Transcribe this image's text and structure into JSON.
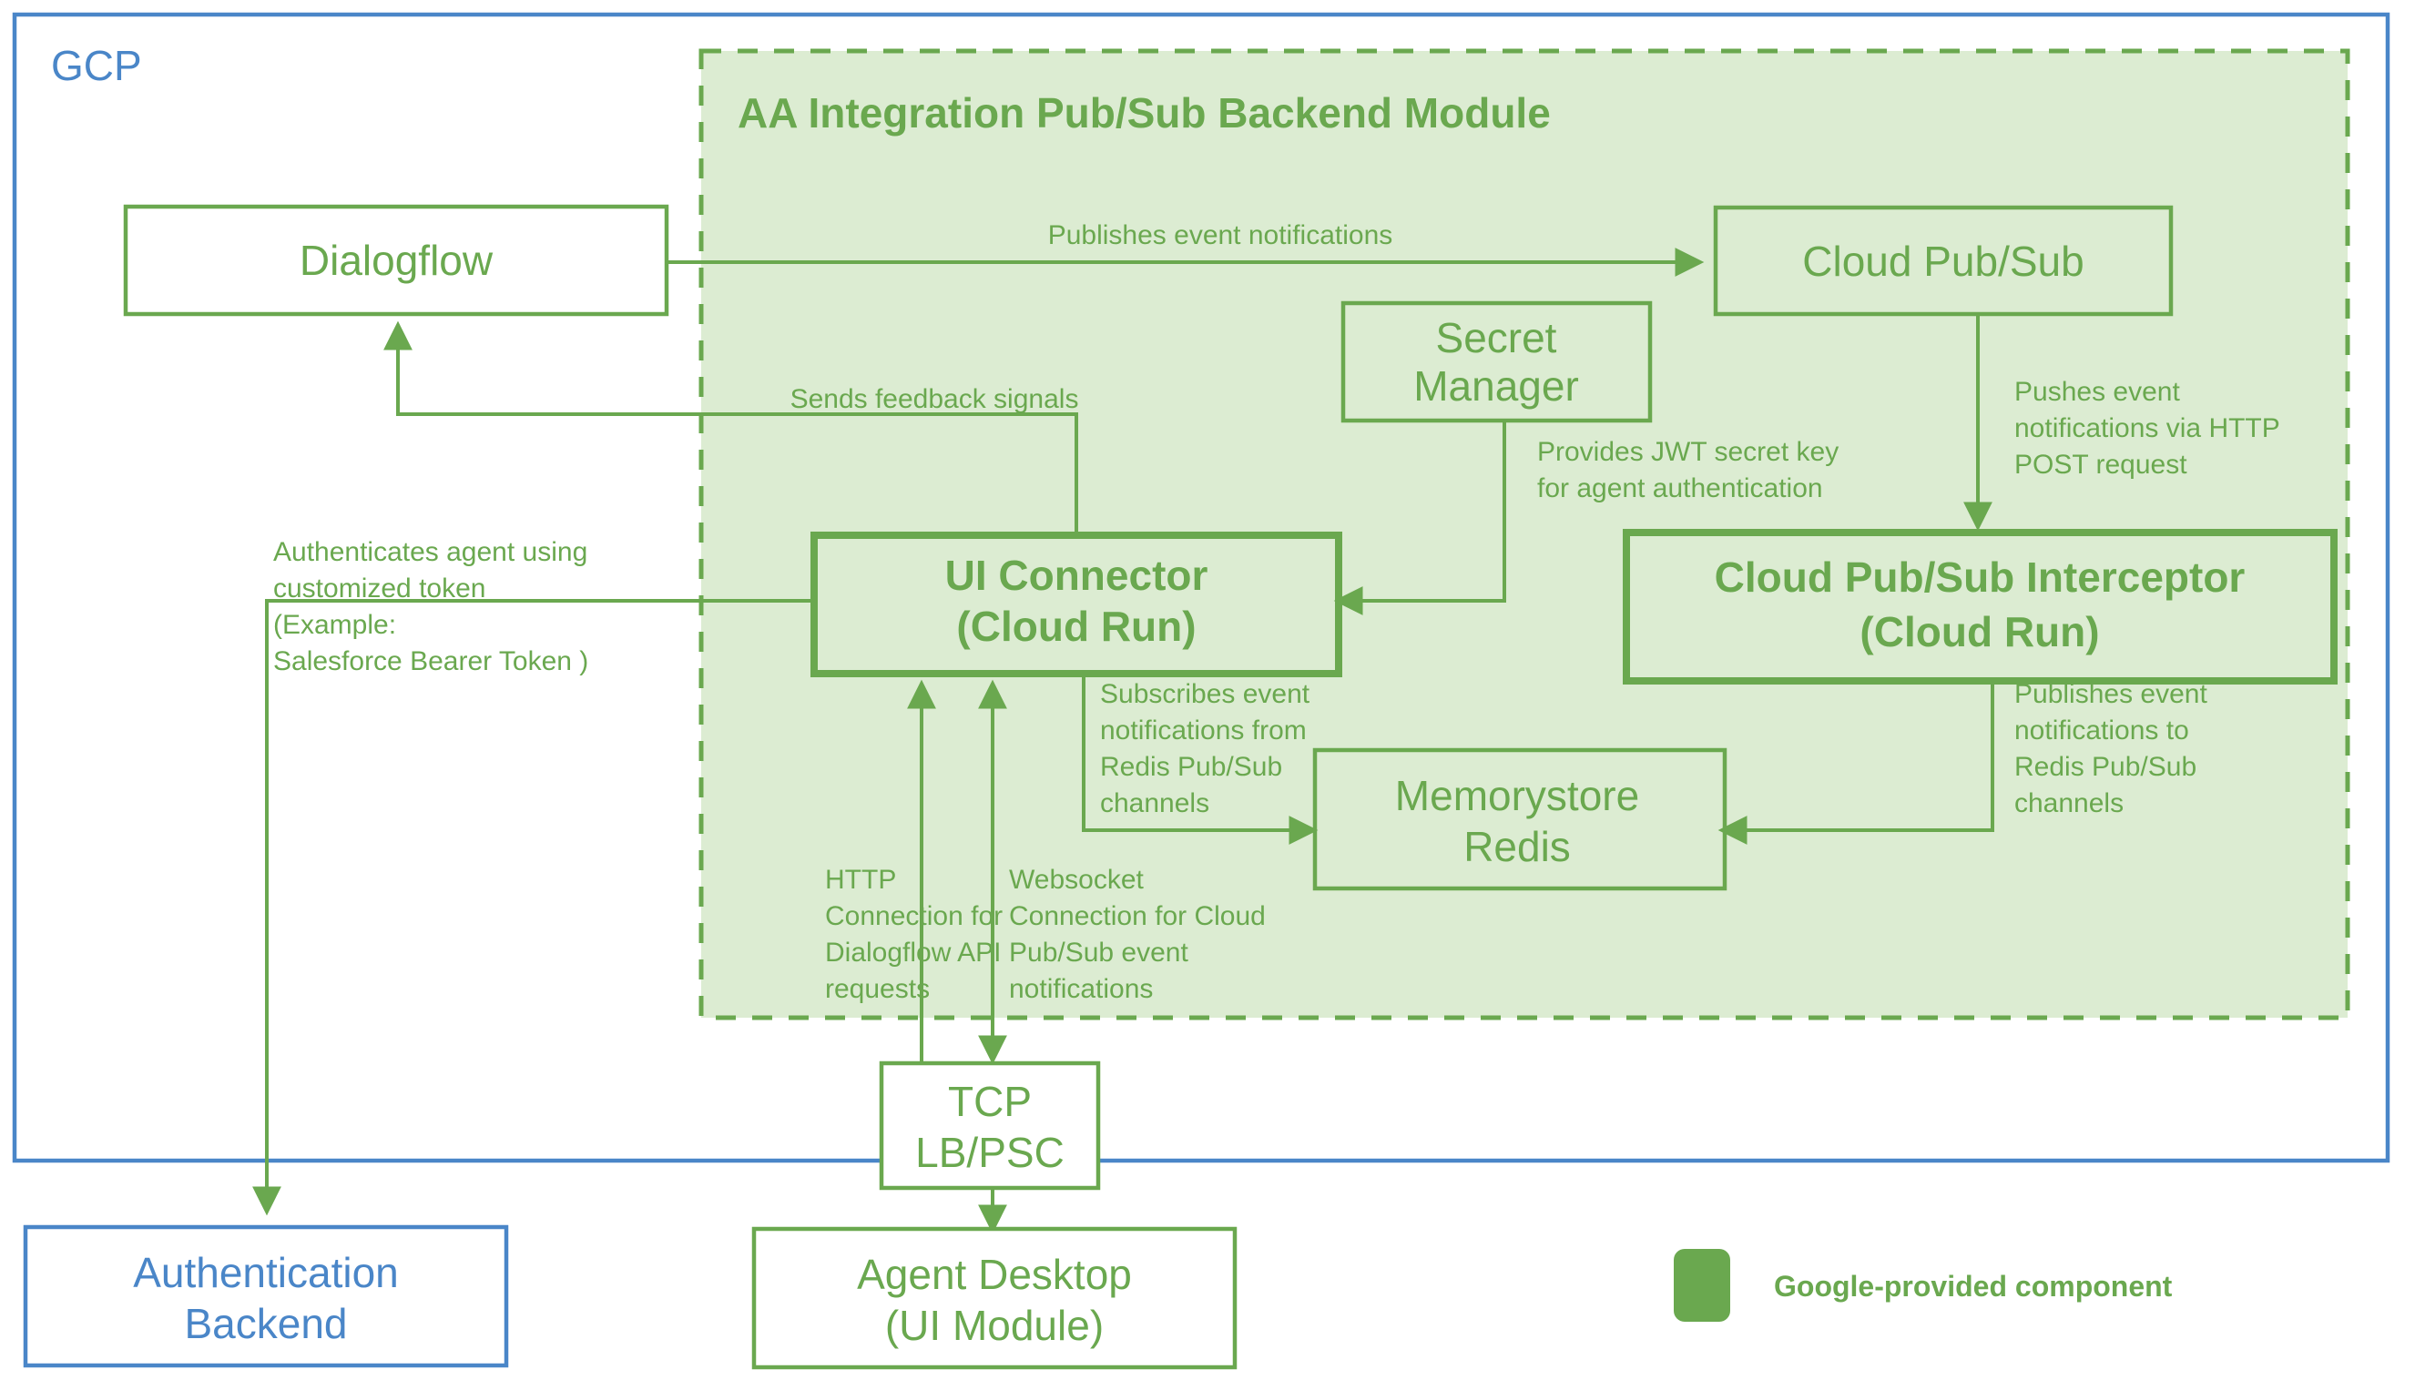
{
  "diagram": {
    "title_visible": false,
    "colors": {
      "green_stroke": "#6aa84f",
      "green_fill": "#dcecd2",
      "blue_stroke": "#4a86c8",
      "white": "#ffffff"
    },
    "boundaries": {
      "gcp_label": "GCP",
      "module_label": "AA Integration Pub/Sub Backend Module"
    },
    "nodes": {
      "dialogflow": {
        "label": "Dialogflow"
      },
      "cloud_pubsub": {
        "label": "Cloud Pub/Sub"
      },
      "secret_manager": {
        "line1": "Secret",
        "line2": "Manager"
      },
      "ui_connector": {
        "line1": "UI Connector",
        "line2": "(Cloud Run)"
      },
      "pubsub_interceptor": {
        "line1": "Cloud Pub/Sub Interceptor",
        "line2": "(Cloud Run)"
      },
      "memorystore_redis": {
        "line1": "Memorystore",
        "line2": "Redis"
      },
      "tcp_lb_psc": {
        "line1": "TCP",
        "line2": "LB/PSC"
      },
      "auth_backend": {
        "line1": "Authentication",
        "line2": "Backend"
      },
      "agent_desktop": {
        "line1": "Agent Desktop",
        "line2": "(UI Module)"
      }
    },
    "edges": {
      "publishes_event_notifications": {
        "label": "Publishes event notifications"
      },
      "sends_feedback_signals": {
        "label": "Sends feedback signals"
      },
      "provides_jwt": {
        "line1": "Provides JWT secret key",
        "line2": "for agent authentication"
      },
      "pushes_event_http_post": {
        "line1": "Pushes event",
        "line2": "notifications via HTTP",
        "line3": "POST request"
      },
      "authenticates_agent": {
        "line1": "Authenticates agent using",
        "line2": "customized token",
        "line3": "(Example:",
        "line4": "Salesforce Bearer Token )"
      },
      "subscribes_event_notifications": {
        "line1": "Subscribes event",
        "line2": "notifications from",
        "line3": "Redis Pub/Sub",
        "line4": "channels"
      },
      "publishes_to_redis": {
        "line1": "Publishes event",
        "line2": "notifications to",
        "line3": "Redis Pub/Sub",
        "line4": "channels"
      },
      "http_connection": {
        "line1": "HTTP",
        "line2": "Connection for",
        "line3": "Dialogflow API",
        "line4": "requests"
      },
      "websocket_connection": {
        "line1": "Websocket",
        "line2": "Connection for Cloud",
        "line3": "Pub/Sub event",
        "line4": "notifications"
      }
    },
    "legend": {
      "swatch_color": "#6aa84f",
      "label": "Google-provided component"
    }
  }
}
